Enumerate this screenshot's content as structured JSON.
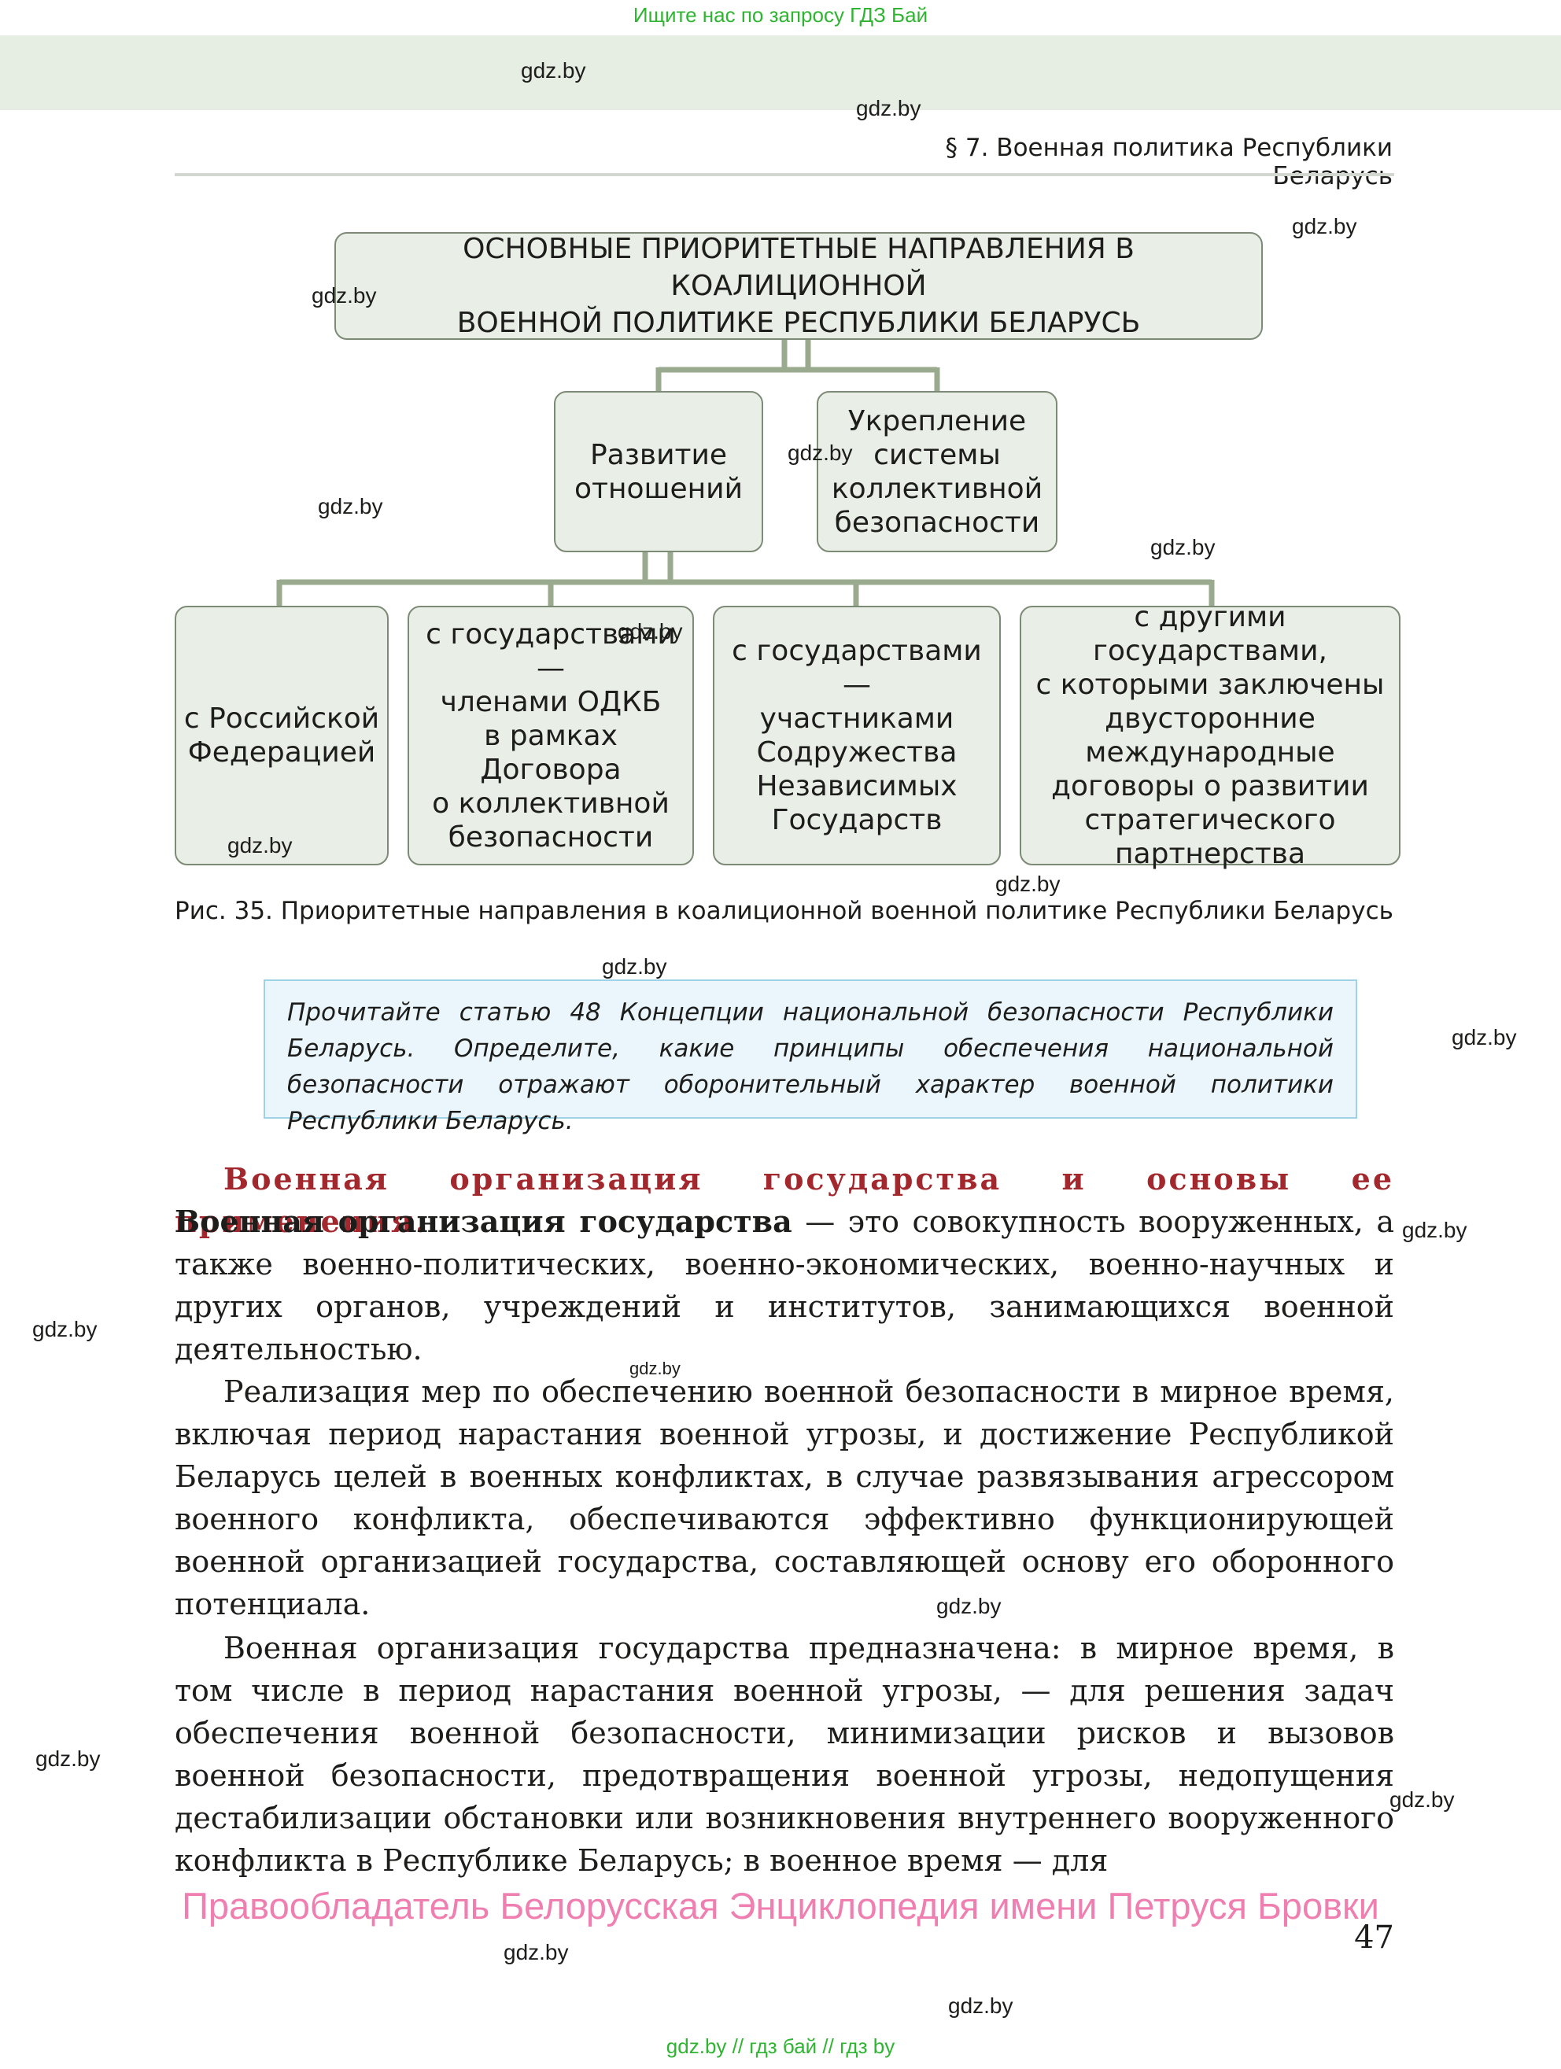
{
  "top_banner": "Ищите нас по запросу ГДЗ Бай",
  "running_header": "§ 7. Военная политика Республики Беларусь",
  "diagram": {
    "main": "ОСНОВНЫЕ ПРИОРИТЕТНЫЕ НАПРАВЛЕНИЯ В КОАЛИЦИОННОЙ\nВОЕННОЙ ПОЛИТИКЕ РЕСПУБЛИКИ БЕЛАРУСЬ",
    "relations": "Развитие\nотношений",
    "collective": "Укрепление\nсистемы\nколлективной\nбезопасности",
    "russia": "с Российской\nФедерацией",
    "odkb": "с государствами —\nчленами ОДКБ\nв рамках Договора\nо коллективной\nбезопасности",
    "cis": "с государствами —\nучастниками\nСодружества\nНезависимых\nГосударств",
    "strategic": "с другими государствами,\nс которыми заключены\nдвусторонние\nмеждународные\nдоговоры о развитии\nстратегического\nпартнерства",
    "line_color": "#9aaa8e"
  },
  "figure_caption": "Рис. 35. Приоритетные направления в коалиционной военной политике Республики Беларусь",
  "task": "Прочитайте статью 48 Концепции национальной безопасности Республики Беларусь. Определите, какие принципы обеспечения национальной безопасности отражают оборонительный характер военной политики Республики Беларусь.",
  "section_heading": "Военная организация государства и основы ее применения.",
  "para_1_term": "Военная организация государства",
  "para_1_rest": " — это совокупность вооруженных, а также военно-политических, военно-экономических, военно-научных и других органов, учреждений и институтов, занимающихся военной деятельностью.",
  "para_2": "Реализация мер по обеспечению военной безопасности в мирное время, включая период нарастания военной угрозы, и достижение Республикой Беларусь целей в военных конфликтах, в случае развязывания агрессором военного конфликта, обеспечиваются эффективно функционирующей военной организацией государства, составляющей основу его оборонного потенциала.",
  "para_3": "Военная организация государства предназначена: в мирное время, в том числе в период нарастания военной угрозы, — для решения задач обеспечения военной безопасности, минимизации рисков и вызовов военной безопасности, предотвращения военной угрозы, недопущения дестабилизации обстановки или возникновения внутреннего вооруженного конфликта в Республике Беларусь; в военное время — для",
  "copyright": "Правообладатель Белорусская Энциклопедия имени Петруся Бровки",
  "page_number": "47",
  "footer_links": "gdz.by  //  гдз бай  //  гдз by",
  "watermarks": [
    "gdz.by",
    "gdz.by",
    "gdz.by",
    "gdz.by",
    "gdz.by",
    "gdz.by",
    "gdz.by",
    "gdz.by",
    "gdz.by",
    "gdz.by",
    "gdz.by",
    "gdz.by",
    "gdz.by",
    "gdz.by",
    "gdz.by",
    "gdz.by",
    "gdz.by",
    "gdz.by",
    "gdz.by",
    "gdz.by"
  ]
}
